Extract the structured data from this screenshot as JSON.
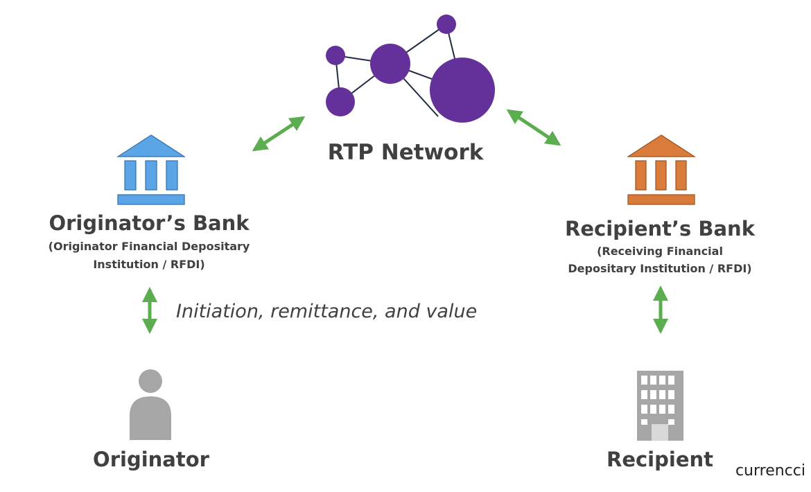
{
  "network": {
    "label": "RTP Network",
    "icon": "network-nodes-icon",
    "node_color": "#64309a",
    "edge_color": "#1f2a44"
  },
  "originator_bank": {
    "title": "Originator’s Bank",
    "subtitle_line1": "(Originator Financial Depositary",
    "subtitle_line2": "Institution / RFDI)",
    "icon": "bank-icon",
    "color": "#5ba4e6"
  },
  "recipient_bank": {
    "title": "Recipient’s Bank",
    "subtitle_line1": "(Receiving Financial",
    "subtitle_line2": "Depositary Institution / RFDI)",
    "icon": "bank-icon",
    "color": "#d97b3a"
  },
  "originator": {
    "label": "Originator",
    "icon": "person-icon",
    "color": "#a6a6a6"
  },
  "recipient": {
    "label": "Recipient",
    "icon": "office-building-icon",
    "color": "#a6a6a6"
  },
  "flow_note": "Initiation, remittance, and value",
  "arrow_color": "#5cad4f",
  "brand": "currencci"
}
